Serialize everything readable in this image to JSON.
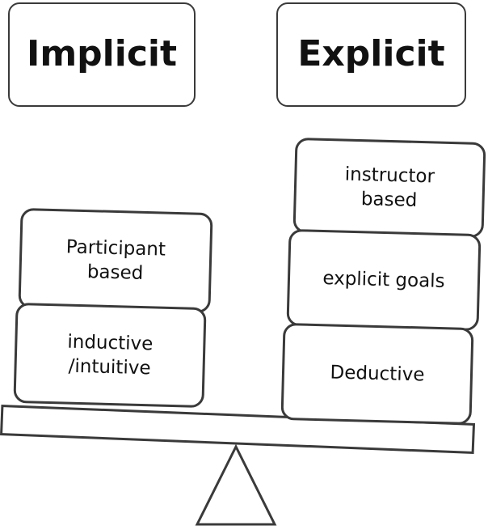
{
  "headers": {
    "left": "Implicit",
    "right": "Explicit"
  },
  "left_stack": [
    "Participant\nbased",
    "inductive\n/intuitive"
  ],
  "right_stack": [
    "instructor\nbased",
    "explicit goals",
    "Deductive"
  ]
}
